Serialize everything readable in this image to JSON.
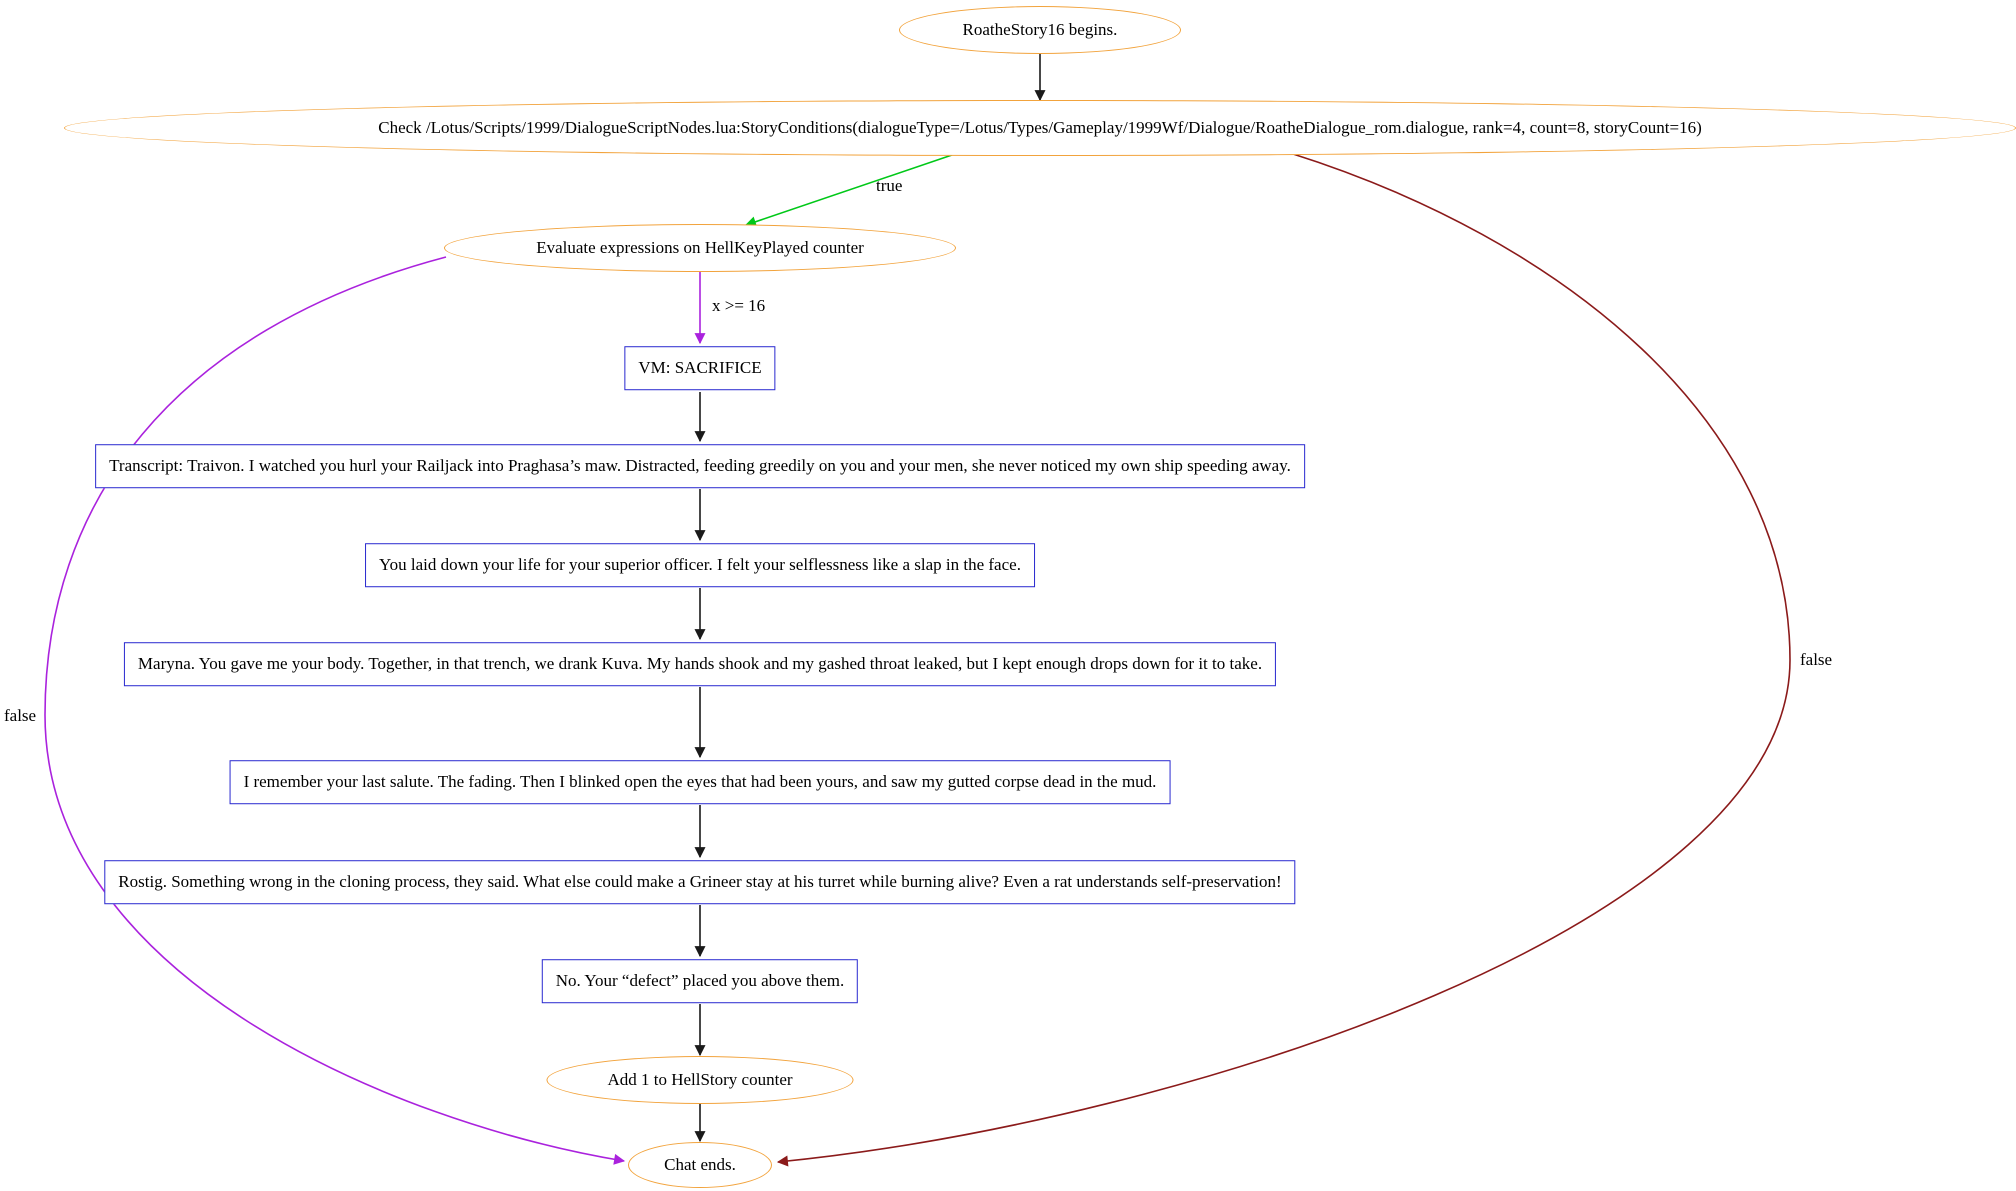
{
  "colors": {
    "background": "#ffffff",
    "ellipse_border": "#f2a33c",
    "box_border": "#2828cf",
    "edge_black": "#1a1a1a",
    "edge_true": "#00c818",
    "edge_purple": "#aa22dd",
    "edge_false": "#8b1a1a",
    "text": "#000000"
  },
  "nodes": {
    "start": {
      "label": "RoatheStory16 begins."
    },
    "check": {
      "label": "Check /Lotus/Scripts/1999/DialogueScriptNodes.lua:StoryConditions(dialogueType=/Lotus/Types/Gameplay/1999Wf/Dialogue/RoatheDialogue_rom.dialogue, rank=4, count=8, storyCount=16)"
    },
    "evaluate": {
      "label": "Evaluate expressions on HellKeyPlayed counter"
    },
    "vm": {
      "label": "VM: SACRIFICE"
    },
    "line1": {
      "label": "Transcript: Traivon. I watched you hurl your Railjack into Praghasa’s maw. Distracted, feeding greedily on you and your men, she never noticed my own ship speeding away."
    },
    "line2": {
      "label": "You laid down your life for your superior officer. I felt your selflessness like a slap in the face."
    },
    "line3": {
      "label": "Maryna. You gave me your body. Together, in that trench, we drank Kuva. My hands shook and my gashed throat leaked, but I kept enough drops down for it to take."
    },
    "line4": {
      "label": "I remember your last salute. The fading. Then I blinked open the eyes that had been yours, and saw my gutted corpse dead in the mud."
    },
    "line5": {
      "label": "Rostig. Something wrong in the cloning process, they said. What else could make a Grineer stay at his turret while burning alive? Even a rat understands self-preservation!"
    },
    "line6": {
      "label": "No. Your “defect” placed you above them."
    },
    "add_counter": {
      "label": "Add 1 to HellStory counter"
    },
    "end": {
      "label": "Chat ends."
    }
  },
  "edge_labels": {
    "true": "true",
    "condition": "x >= 16",
    "false_right": "false",
    "false_left": "false"
  }
}
